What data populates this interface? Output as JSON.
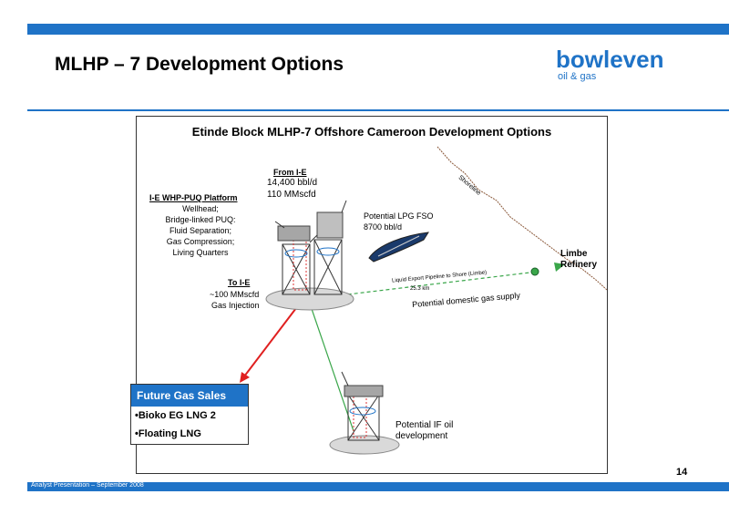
{
  "header": {
    "title": "MLHP – 7 Development Options",
    "logo_word": "bowleven",
    "logo_sub": "oil & gas"
  },
  "figure": {
    "title": "Etinde Block MLHP-7 Offshore Cameroon Development Options",
    "from_ie": {
      "label": "From I-E",
      "oil": "14,400 bbl/d",
      "gas": "110 MMscfd"
    },
    "platform": {
      "label": "I-E WHP-PUQ Platform",
      "lines": [
        "Wellhead;",
        "Bridge-linked PUQ:",
        "Fluid Separation;",
        "Gas Compression;",
        "Living Quarters"
      ]
    },
    "lpg": {
      "line1": "Potential LPG FSO",
      "line2": "8700 bbl/d"
    },
    "shoreline": "Shoreline",
    "refinery": {
      "line1": "Limbe",
      "line2": "Refinery"
    },
    "to_ie": {
      "label": "To I-E",
      "line1": "~100 MMscfd",
      "line2": "Gas Injection"
    },
    "pipeline": {
      "label": "Liquid Export Pipeline to Shore (Limbe)",
      "distance": "25.3 km"
    },
    "domestic": "Potential domestic gas supply",
    "if_oil": {
      "line1": "Potential IF oil",
      "line2": "development"
    }
  },
  "sales": {
    "header": "Future Gas Sales",
    "items": [
      "•Bioko EG LNG 2",
      "•Floating LNG"
    ]
  },
  "page_number": "14",
  "footer": "Analyst Presentation – September 2008",
  "colors": {
    "brand": "#1f73c7",
    "pipeline": "#3aa64a",
    "arrow": "#e02020",
    "shoreline": "#8b5a3c"
  }
}
